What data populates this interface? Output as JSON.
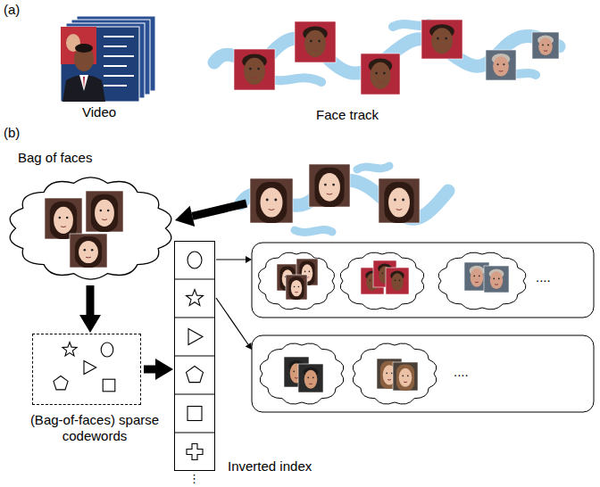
{
  "diagram": {
    "nodes": [
      {
        "text": [
          "Bag of faces"
        ]
      },
      {
        "text": [
          "(Bag-of-faces) sparse codewords"
        ]
      },
      {
        "text": [
          "Inverted index"
        ]
      }
    ],
    "edges": [
      {
        "from": 0,
        "to": 1,
        "arrow": "to"
      },
      {
        "from": 1,
        "to": 2,
        "arrow": "to"
      }
    ],
    "labels": [
      "(a)",
      "Video",
      "Face track",
      "(b)",
      "....",
      "....",
      "⋮"
    ]
  }
}
